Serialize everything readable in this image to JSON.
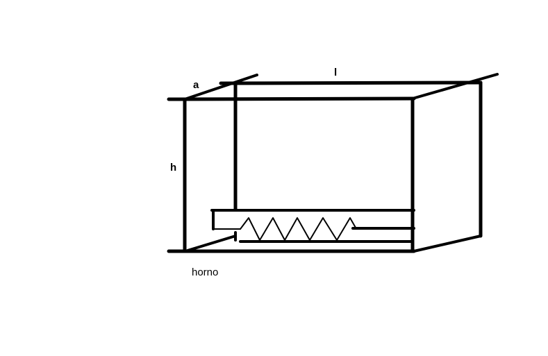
{
  "labels": {
    "depth": "a",
    "length": "l",
    "height": "h",
    "caption": "horno"
  },
  "colors": {
    "stroke": "#000000",
    "background": "#ffffff"
  }
}
